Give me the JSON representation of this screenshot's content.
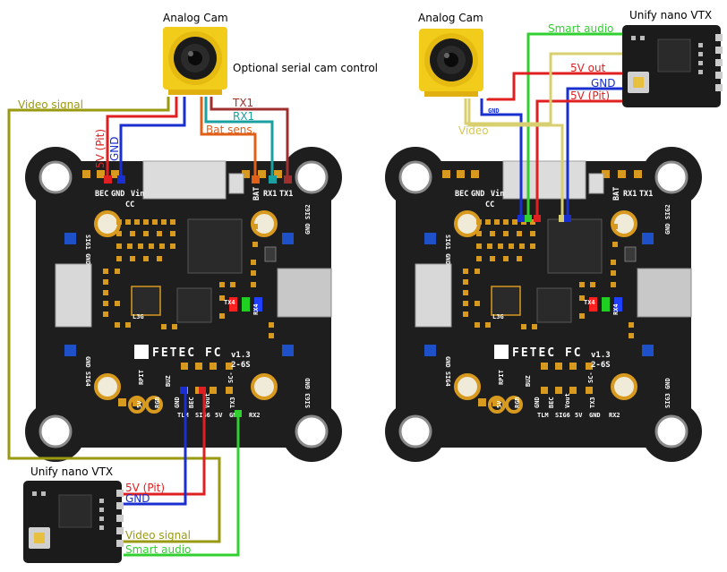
{
  "left": {
    "cam_label": "Analog Cam",
    "serial_note": "Optional serial cam control",
    "video_signal": "Video signal",
    "w_5v_pit": "5V (Pit)",
    "w_gnd": "GND",
    "w_tx1": "TX1",
    "w_rx1": "RX1",
    "w_bat": "Bat sens.",
    "vtx_label": "Unify nano VTX",
    "vtx_5v": "5V (Pit)",
    "vtx_gnd": "GND",
    "vtx_video": "Video signal",
    "vtx_smart": "Smart audio"
  },
  "right": {
    "cam_label": "Analog Cam",
    "vtx_label": "Unify nano VTX",
    "smart": "Smart audio",
    "v5_out": "5V out",
    "gnd": "GND",
    "v5_pit": "5V (Pit)",
    "gnd_small": "GND",
    "video": "Video"
  },
  "board": {
    "pins_top": [
      "BEC",
      "GND",
      "Vin",
      "CC",
      "BAT",
      "RX1",
      "TX1"
    ],
    "pins_bottom": [
      "GND",
      "BEC",
      "Vout",
      "TX3",
      "TLM",
      "SIG6",
      "5V",
      "GND",
      "RX2"
    ],
    "sig_left_top": "SIG1 GND",
    "sig_right_top": "GND SIG2",
    "sig_left_bottom": "GND SIG4",
    "sig_right_bottom": "SIG3 GND",
    "left_row": [
      "RPIT",
      "RGB",
      "BUZ",
      "5V",
      "SC-"
    ],
    "logo": "FETEC FC",
    "version": "v1.3",
    "cells": "2-6S",
    "rx4": "RX4",
    "tx4": "TX4",
    "mid_label": "L3G"
  },
  "colors": {
    "board": "#1f1f1f",
    "pad": "#d89a1e",
    "cam": "#f2cc1a",
    "red": "#e02020",
    "blue": "#1a2fd0",
    "olive": "#9a9a10",
    "teal": "#1aa0a0",
    "darkred": "#a03030",
    "orange": "#e0601a",
    "green": "#30d030",
    "led_red": "#ff2020",
    "led_green": "#20d020",
    "led_blue": "#2040ff"
  }
}
